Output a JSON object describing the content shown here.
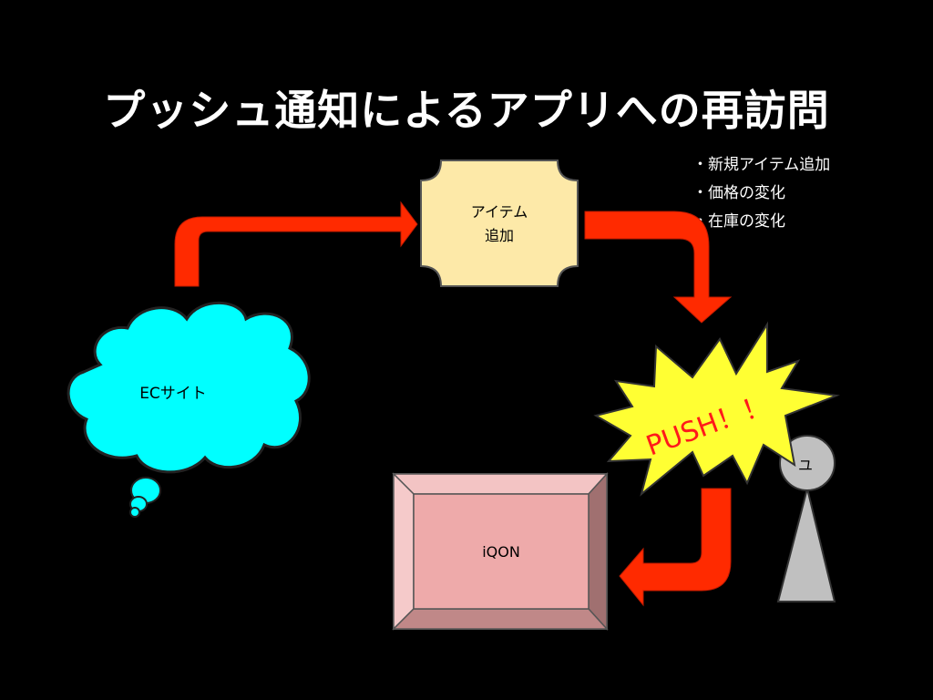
{
  "title": "プッシュ通知によるアプリへの再訪問",
  "notes": [
    "・新規アイテム追加",
    "・価格の変化",
    "・在庫の変化"
  ],
  "nodes": {
    "ec_site": "ECサイト",
    "item_line1": "アイテム",
    "item_line2": "追加",
    "push": "PUSH！！",
    "user": "ユ",
    "app": "iQON"
  },
  "colors": {
    "background": "#000000",
    "arrow": "#ff2a00",
    "cloud": "#00ffff",
    "item_box": "#fde9a8",
    "burst": "#ffff33",
    "push_text": "#ff1a1a",
    "app_box": "#eeaaaa",
    "user_figure": "#c0c0c0"
  }
}
